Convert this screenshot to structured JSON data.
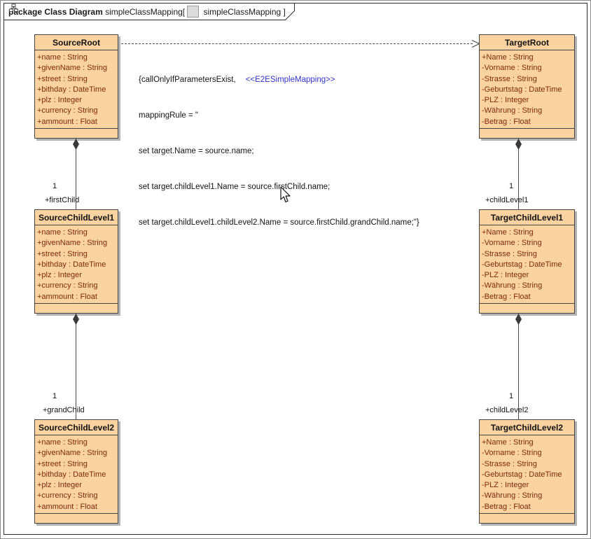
{
  "frame": {
    "kind_label": "package Class Diagram",
    "package_text": " simpleClassMapping[",
    "diagram_text": " simpleClassMapping ]",
    "icon": "class-diagram-icon"
  },
  "colors": {
    "class_fill": "#fbd3a0",
    "class_border": "#454545",
    "attribute_text": "#7b2a0a",
    "stereotype_blue": "#3333cc",
    "shadow": "#b3b3b3"
  },
  "classes": [
    {
      "name": "SourceRoot",
      "attributes": [
        "+name : String",
        "+givenName : String",
        "+street : String",
        "+bithday : DateTime",
        "+plz : Integer",
        "+currency : String",
        "+ammount : Float"
      ]
    },
    {
      "name": "TargetRoot",
      "attributes": [
        "+Name : String",
        "-Vorname : String",
        "-Strasse : String",
        "-Geburtstag : DateTime",
        "-PLZ : Integer",
        "-Währung : String",
        "-Betrag : Float"
      ]
    },
    {
      "name": "SourceChildLevel1",
      "attributes": [
        "+name : String",
        "+givenName : String",
        "+street : String",
        "+bithday : DateTime",
        "+plz : Integer",
        "+currency : String",
        "+ammount : Float"
      ]
    },
    {
      "name": "TargetChildLevel1",
      "attributes": [
        "+Name : String",
        "-Vorname : String",
        "-Strasse : String",
        "-Geburtstag : DateTime",
        "-PLZ : Integer",
        "-Währung : String",
        "-Betrag : Float"
      ]
    },
    {
      "name": "SourceChildLevel2",
      "attributes": [
        "+name : String",
        "+givenName : String",
        "+street : String",
        "+bithday : DateTime",
        "+plz : Integer",
        "+currency : String",
        "+ammount : Float"
      ]
    },
    {
      "name": "TargetChildLevel2",
      "attributes": [
        "+Name : String",
        "-Vorname : String",
        "-Strasse : String",
        "-Geburtstag : DateTime",
        "-PLZ : Integer",
        "-Währung : String",
        "-Betrag : Float"
      ]
    }
  ],
  "annotation": {
    "constraint_open": "{callOnlyIfParametersExist,",
    "stereotype": "<<E2ESimpleMapping>>",
    "line2": "mappingRule = \"",
    "line3": "set target.Name = source.name;",
    "line4": "set target.childLevel1.Name = source.firstChild.name;",
    "line5": "set target.childLevel1.childLevel2.Name = source.firstChild.grandChild.name;\"}"
  },
  "connectors": [
    {
      "multiplicity": "1",
      "role": "+firstChild"
    },
    {
      "multiplicity": "1",
      "role": "+grandChild"
    },
    {
      "multiplicity": "1",
      "role": "+childLevel1"
    },
    {
      "multiplicity": "1",
      "role": "+childLevel2"
    }
  ]
}
